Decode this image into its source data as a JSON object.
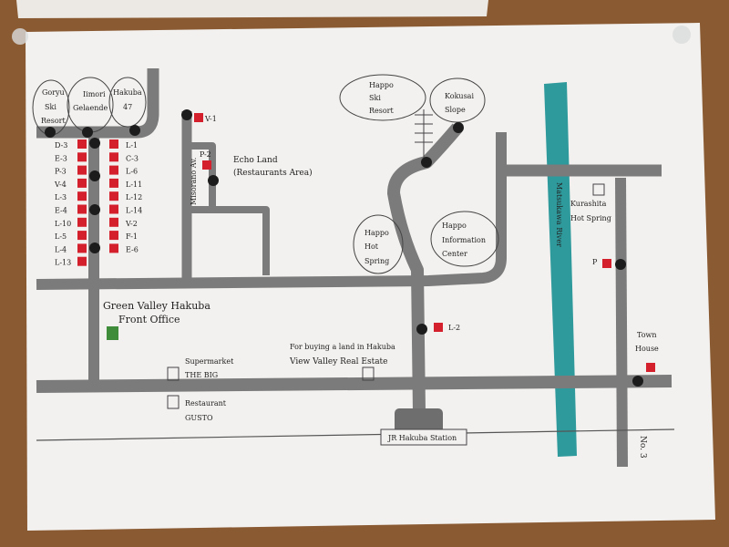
{
  "colors": {
    "cork": "#8a5a32",
    "paper": "#f3f1ef",
    "road": "#7b7b7b",
    "river": "#2f9a9c",
    "property": "#d4202c",
    "office": "#3f8c3a",
    "stop": "#1c1c1c"
  },
  "resorts": {
    "goryu": [
      "Goryu",
      "Ski",
      "Resort"
    ],
    "iimori": [
      "Iimori",
      "Gelaende"
    ],
    "hakuba47": [
      "Hakuba",
      "47"
    ],
    "happo": [
      "Happo",
      "Ski",
      "Resort"
    ],
    "kokusai": [
      "Kokusai",
      "Slope"
    ],
    "happo_hot_spring": [
      "Happo",
      "Hot",
      "Spring"
    ],
    "happo_info": [
      "Happo",
      "Information",
      "Center"
    ]
  },
  "properties_left": [
    "D-3",
    "E-3",
    "P-3",
    "V-4",
    "L-3",
    "E-4",
    "L-10",
    "L-5",
    "L-4",
    "L-13"
  ],
  "properties_right": [
    "L-1",
    "C-3",
    "L-6",
    "L-11",
    "L-12",
    "L-14",
    "V-2",
    "F-1",
    "E-6"
  ],
  "properties_other": {
    "v1": "V-1",
    "p2": "P-2",
    "l2": "L-2",
    "p": "P"
  },
  "places": {
    "echo_land": "Echo Land",
    "echo_land_sub": "(Restaurants Area)",
    "road_name": "Misorano Av.",
    "river": "Matsukawa River",
    "kurashita": [
      "Kurashita",
      "Hot Spring"
    ],
    "front_office": [
      "Green Valley Hakuba",
      "Front Office"
    ],
    "supermarket": [
      "Supermarket",
      "THE BIG"
    ],
    "restaurant": [
      "Restaurant",
      "GUSTO"
    ],
    "real_estate_note": "For buying a land in Hakuba",
    "real_estate": "View Valley Real Estate",
    "town_house": [
      "Town",
      "House"
    ],
    "station": "JR Hakuba Station",
    "route": "No. 3"
  }
}
